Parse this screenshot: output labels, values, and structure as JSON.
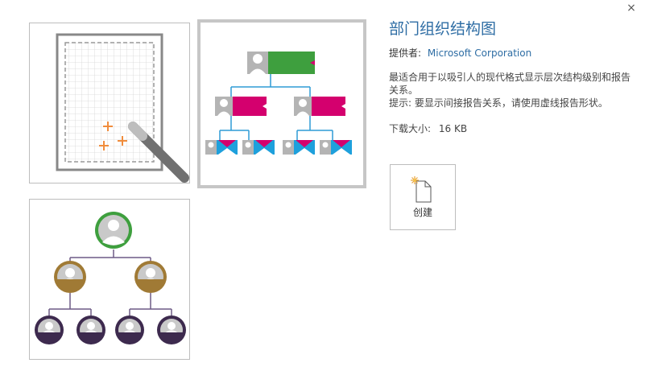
{
  "window": {
    "close_glyph": "×"
  },
  "templates": [
    {
      "id": "blank",
      "icon": "blank-drawing-icon"
    },
    {
      "id": "org-chart",
      "icon": "org-chart-boxes-icon",
      "selected": true
    },
    {
      "id": "photo-org-chart",
      "icon": "org-chart-photo-icon"
    }
  ],
  "details": {
    "title": "部门组织结构图",
    "provider_label": "提供者:",
    "provider": "Microsoft Corporation",
    "description_line1": "最适合用于以吸引人的现代格式显示层次结构级别和报告关系。",
    "description_line2": "提示: 要显示间接报告关系，请使用虚线报告形状。",
    "size_label": "下载大小:",
    "size": "16 KB"
  },
  "create_button": {
    "label": "创建",
    "icon": "new-document-icon"
  },
  "colors": {
    "title_blue": "#2e6da4",
    "green": "#3e9f3e",
    "magenta": "#d4006e",
    "cyan": "#1ea0dc",
    "gold": "#a07a35",
    "purple": "#3d2a4e",
    "connector": "#2e9bd6"
  }
}
